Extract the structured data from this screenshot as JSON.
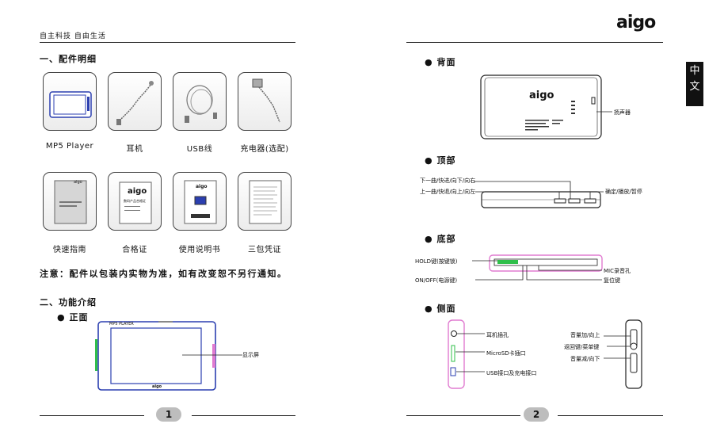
{
  "brand": {
    "logo": "aigo"
  },
  "left_page": {
    "slogan": "自主科技  自由生活",
    "section1_title": "一、配件明细",
    "accessories_row1": [
      {
        "label": "MP5 Player"
      },
      {
        "label": "耳机"
      },
      {
        "label": "USB线"
      },
      {
        "label": "充电器(选配)"
      }
    ],
    "accessories_row2": [
      {
        "label": "快速指南"
      },
      {
        "label": "合格证"
      },
      {
        "label": "使用说明书"
      },
      {
        "label": "三包凭证"
      }
    ],
    "card_texts": {
      "quick_guide_brand": "aigo",
      "cert_brand": "aigo",
      "cert_title": "数码产品合格证",
      "manual_brand": "aigo"
    },
    "notice": "注意：配件以包装内实物为准，如有改变恕不另行通知。",
    "section2_title": "二、功能介绍",
    "front_title": "正面",
    "front_device_label": "MP5 PLAYER",
    "front_device_brand": "aigo",
    "front_callouts": {
      "screen": "显示屏"
    },
    "page_number": "1"
  },
  "right_page": {
    "language_tab": [
      "中",
      "文"
    ],
    "back_title": "背面",
    "back_brand": "aigo",
    "back_callouts": {
      "speaker": "扬声器"
    },
    "top_title": "顶部",
    "top_callouts": {
      "next": "下一曲/快进/向下/向右",
      "prev": "上一曲/快退/向上/向左",
      "play": "确定/播放/暂停"
    },
    "bottom_title": "底部",
    "bottom_callouts": {
      "hold": "HOLD键(按键锁)",
      "power": "ON/OFF(电源键)",
      "mic": "MIC录音孔",
      "reset": "复位键"
    },
    "side_title": "侧面",
    "side_left_callouts": {
      "earphone": "耳机插孔",
      "microsd": "MicroSD卡插口",
      "usb": "USB接口及充电接口"
    },
    "side_right_callouts": {
      "vol_up": "音量加/向上",
      "menu": "返回键/菜单键",
      "vol_down": "音量减/向下"
    },
    "page_number": "2"
  },
  "colors": {
    "accent_pink": "#e07bd0",
    "device_blue": "#2b3fb0",
    "accent_green": "#2fbf4a"
  }
}
